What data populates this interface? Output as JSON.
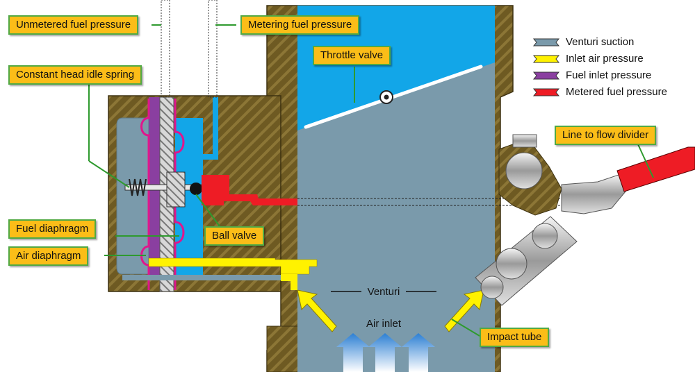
{
  "callouts": {
    "unmetered_fuel_pressure": "Unmetered fuel pressure",
    "metering_fuel_pressure": "Metering fuel pressure",
    "constant_head_idle_spring": "Constant head idle spring",
    "throttle_valve": "Throttle valve",
    "line_to_flow_divider": "Line to flow divider",
    "fuel_diaphragm": "Fuel diaphragm",
    "air_diaphragm": "Air diaphragm",
    "ball_valve": "Ball valve",
    "impact_tube": "Impact tube"
  },
  "inline_labels": {
    "venturi": "Venturi",
    "air_inlet": "Air inlet"
  },
  "legend": [
    {
      "label": "Venturi suction",
      "color": "#7a9aab"
    },
    {
      "label": "Inlet air pressure",
      "color": "#fff200"
    },
    {
      "label": "Fuel inlet pressure",
      "color": "#8a3fa0"
    },
    {
      "label": "Metered fuel pressure",
      "color": "#ee1c25"
    }
  ],
  "colors": {
    "body_brown": "#6e5a22",
    "metering_fuel_blue": "#12a6e8",
    "venturi_gray": "#7a9aab",
    "inlet_air_yellow": "#fff200",
    "fuel_inlet_purple": "#8a3fa0",
    "metered_fuel_red": "#ee1c25",
    "callout_fill": "#fbbd18",
    "callout_border": "#51a944",
    "leader_green": "#2e9a2e"
  }
}
